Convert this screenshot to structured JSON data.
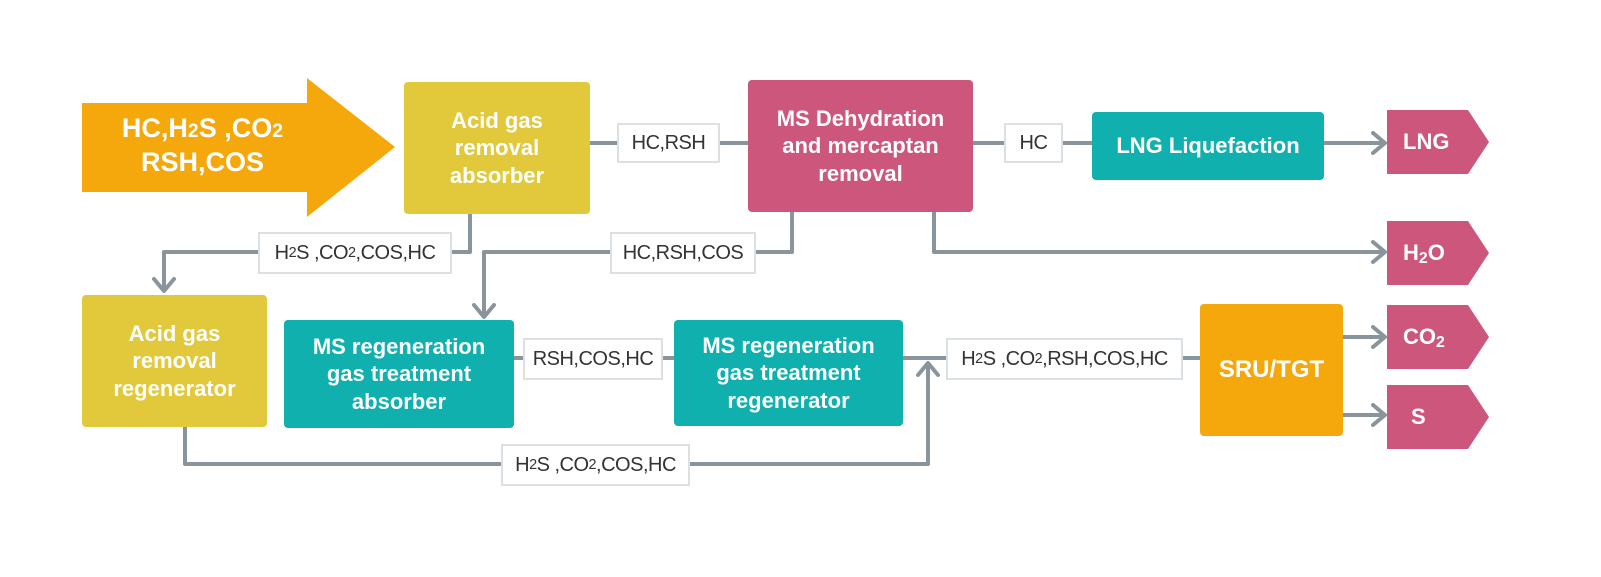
{
  "colors": {
    "acid_gas_yellow": "#e2c83b",
    "ms_pink": "#cd567d",
    "treatment_teal": "#0fb0ad",
    "feed_orange": "#f5a80b",
    "line_gray": "#8a949c",
    "label_border": "#dbe0e5"
  },
  "feed": {
    "line1_a": "HC,H",
    "line1_sub": "2",
    "line1_b": "S ,CO",
    "line1_sub2": "2",
    "line2": "RSH,COS"
  },
  "nodes": {
    "acid_gas_absorber": [
      "Acid gas",
      "removal",
      "absorber"
    ],
    "ms_dehydration": [
      "MS Dehydration",
      "and mercaptan",
      "removal"
    ],
    "lng_liquefaction": "LNG Liquefaction",
    "acid_gas_regenerator": [
      "Acid gas",
      "removal",
      "regenerator"
    ],
    "ms_regen_absorber": [
      "MS regeneration",
      "gas treatment",
      "absorber"
    ],
    "ms_regen_regenerator": [
      "MS regeneration",
      "gas treatment",
      "regenerator"
    ],
    "sru_tgt": "SRU/TGT"
  },
  "stream_labels": {
    "hc_rsh": "HC,RSH",
    "hc": "HC",
    "h2s_co2_cos_hc_upper": {
      "a": "H",
      "s1": "2",
      "b": "S ,CO",
      "s2": "2",
      "c": ",COS,HC"
    },
    "hc_rsh_cos": "HC,RSH,COS",
    "rsh_cos_hc": "RSH,COS,HC",
    "h2s_co2_rsh_cos_hc": {
      "a": "H",
      "s1": "2",
      "b": "S ,CO",
      "s2": "2",
      "c": ",RSH,COS,HC"
    },
    "h2s_co2_cos_hc_lower": {
      "a": "H",
      "s1": "2",
      "b": "S ,CO",
      "s2": "2",
      "c": ",COS,HC"
    }
  },
  "outputs": {
    "lng": "LNG",
    "h2o": {
      "a": "H",
      "sub": "2",
      "b": "O"
    },
    "co2": {
      "a": "CO",
      "sub": "2"
    },
    "s": "S"
  }
}
